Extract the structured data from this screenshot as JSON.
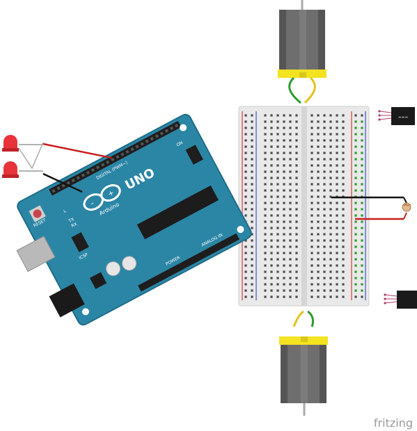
{
  "watermark": "fritzing",
  "arduino": {
    "board_label": "UNO",
    "brand_label": "Arduino",
    "reset_label": "RESET",
    "icsp_label": "ICSP",
    "digital_label": "DIGITAL (PWM~)",
    "power_label": "POWER",
    "analog_label": "ANALOG IN",
    "tx_label": "TX",
    "rx_label": "RX",
    "on_label": "ON",
    "l_label": "L",
    "board_color": "#2b86a6",
    "board_edge_color": "#1f6d89"
  },
  "components": {
    "leds": [
      {
        "name": "led-top",
        "color": "#e8333a"
      },
      {
        "name": "led-bottom",
        "color": "#e8333a"
      }
    ],
    "motors": [
      {
        "name": "motor-top",
        "body_color": "#6e6e6e",
        "cap_color": "#f3e320"
      },
      {
        "name": "motor-bottom",
        "body_color": "#6e6e6e",
        "cap_color": "#f3e320"
      }
    ],
    "breadboard": {
      "color": "#e9e9e9",
      "rail_red": "#d33b3b",
      "rail_blue": "#3a55c8"
    },
    "sensors": [
      {
        "name": "sensor-top",
        "color": "#1a1a1a"
      },
      {
        "name": "sensor-bottom",
        "color": "#1a1a1a"
      }
    ],
    "wire_colors": {
      "red": "#c81e1e",
      "black": "#111111",
      "green": "#2d9b2d",
      "yellow": "#e6c21a"
    }
  }
}
